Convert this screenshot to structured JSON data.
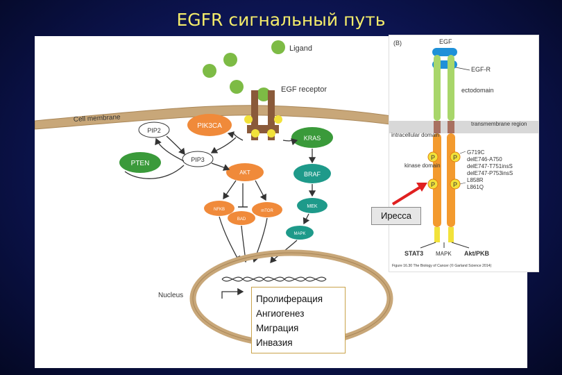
{
  "title": "EGFR сигнальный путь",
  "diagram_a": {
    "ligand": "Ligand",
    "receptor": "EGF receptor",
    "membrane": "Cell membrane",
    "nucleus": "Nucleus",
    "phospho": "P",
    "nodes": {
      "pip2": "PIP2",
      "pip3": "PIP3",
      "pik3ca": "PIK3CA",
      "pten": "PTEN",
      "akt": "AKT",
      "kras": "KRAS",
      "braf": "BRAF",
      "mek": "MEK",
      "mapk": "MAPK",
      "nfkb": "NFKB",
      "bad": "BAD",
      "mtor": "mTOR"
    }
  },
  "diagram_b": {
    "panel_label": "(B)",
    "egf": "EGF",
    "egfr": "EGF-R",
    "ectodomain": "ectodomain",
    "transmembrane": "transmembrane region",
    "intracellular": "intracellular domain",
    "kinase": "kinase domain",
    "phospho": "P",
    "mutations": [
      "G719C",
      "delE746-A750",
      "delE747-T751insS",
      "delE747-P753insS",
      "L858R",
      "L861Q"
    ],
    "outputs": [
      "STAT3",
      "MAPK",
      "Akt/PKB"
    ],
    "caption": "Figure 16.30 The Biology of Cancer (© Garland Science 2014)"
  },
  "drug_label": "Иресса",
  "outcomes": [
    "Пролиферация",
    "Ангиогенез",
    "Миграция",
    "Инвазия"
  ],
  "colors": {
    "title": "#f4ec6a",
    "receptor": "#8a5a3a",
    "membrane": "#c8a779",
    "ligand": "#7dbb45",
    "orange_node": "#f08a3a",
    "green_node": "#3a9a3a",
    "teal_node": "#1e9a8a",
    "phospho": "#f2e23a",
    "arrow_red": "#e02020"
  }
}
